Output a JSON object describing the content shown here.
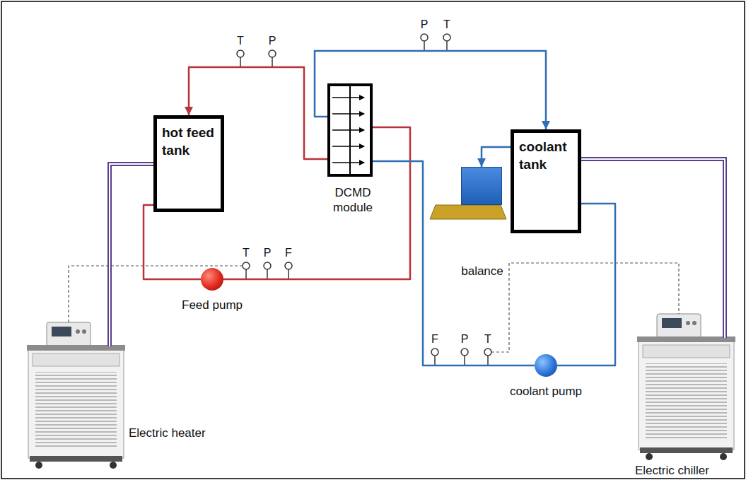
{
  "diagram": {
    "nodes": [
      {
        "text": [
          "hot feed tank"
        ]
      },
      {
        "text": [
          "DCMD module"
        ]
      },
      {
        "text": [
          "coolant tank"
        ]
      },
      {
        "text": [
          "balance"
        ]
      },
      {
        "text": [
          "Feed pump"
        ]
      },
      {
        "text": [
          "coolant pump"
        ]
      },
      {
        "text": [
          "Electric heater"
        ]
      },
      {
        "text": [
          "Electric chiller"
        ]
      }
    ],
    "edges": [
      {
        "from": 1,
        "to": 0,
        "arrow": "to"
      },
      {
        "from": 0,
        "to": 4,
        "arrow": "none"
      },
      {
        "from": 4,
        "to": 1,
        "arrow": "none"
      },
      {
        "from": 1,
        "to": 2,
        "arrow": "to"
      },
      {
        "from": 2,
        "to": 5,
        "arrow": "none"
      },
      {
        "from": 5,
        "to": 1,
        "arrow": "none"
      },
      {
        "from": 2,
        "to": 3,
        "arrow": "to"
      },
      {
        "from": 6,
        "to": 0,
        "arrow": "none"
      },
      {
        "from": 7,
        "to": 2,
        "arrow": "none"
      }
    ],
    "labels": [
      "T",
      "P",
      "P",
      "T",
      "T",
      "P",
      "F",
      "F",
      "P",
      "T"
    ]
  }
}
